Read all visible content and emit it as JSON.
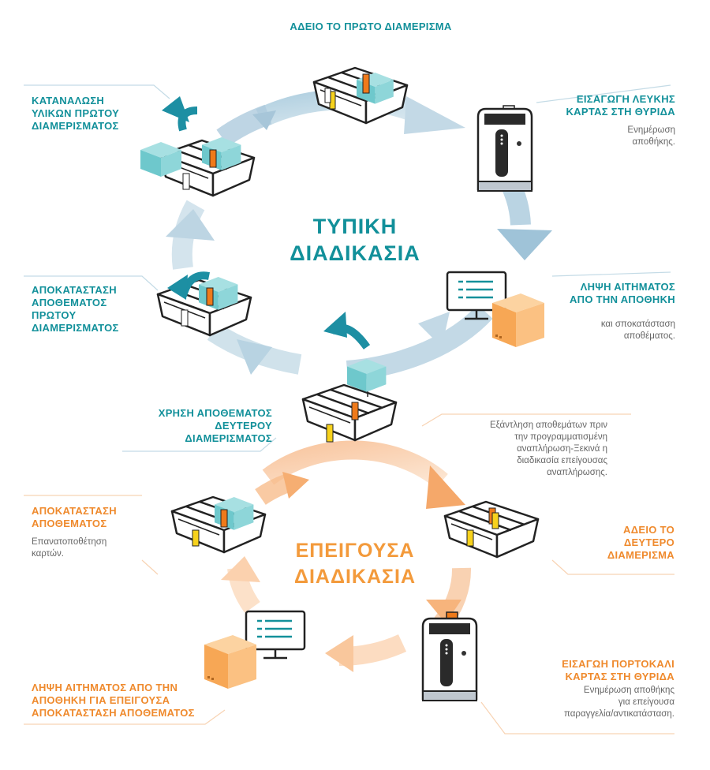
{
  "colors": {
    "teal": "#12909a",
    "orange": "#ef8a2d",
    "gray_text": "#666666",
    "box_teal": "#7fd0d4",
    "card_orange": "#ef7a1a",
    "card_yellow": "#f7d21c"
  },
  "center": {
    "standard_line1": "ΤΥΠΙΚΗ",
    "standard_line2": "ΔΙΑΔΙΚΑΣΙΑ",
    "urgent_line1": "ΕΠΕΙΓΟΥΣΑ",
    "urgent_line2": "ΔΙΑΔΙΚΑΣΙΑ"
  },
  "standard_steps": {
    "empty_first": "ΑΔΕΙΟ ΤΟ ΠΡΩΤΟ ΔΙΑΜΕΡΙΣΜΑ",
    "insert_white_title": "ΕΙΣΑΓΩΓΗ ΛΕΥΚΗΣ\nΚΑΡΤΑΣ ΣΤΗ ΘΥΡΙΔΑ",
    "insert_white_desc": "Ενημέρωση\nαποθήκης.",
    "receive_request_title": "ΛΗΨΗ ΑΙΤΗΜΑΤΟΣ\nΑΠΟ ΤΗΝ ΑΠΟΘΗΚΗ",
    "receive_request_desc": "και σποκατάσταση\nαποθέματος.",
    "use_second_title": "ΧΡΗΣΗ ΑΠΟΘΕΜΑΤΟΣ\nΔΕΥΤΕΡΟΥ\nΔΙΑΜΕΡΙΣΜΑΤΟΣ",
    "restore_first_title": "ΑΠΟΚΑΤΑΣΤΑΣΗ\nΑΠΟΘΕΜΑΤΟΣ\nΠΡΩΤΟΥ\nΔΙΑΜΕΡΙΣΜΑΤΟΣ",
    "consume_first_title": "ΚΑΤΑΝΑΛΩΣΗ\nΥΛΙΚΩΝ ΠΡΩΤΟΥ\nΔΙΑΜΕΡΙΣΜΑΤΟΣ"
  },
  "urgent_steps": {
    "depletion_desc": "Εξάντληση αποθεμάτων πριν\nτην προγραμματισμένη\nαναπλήρωση-Ξεκινά η\nδιαδικασία επείγουσας\nαναπλήρωσης.",
    "empty_second_title": "ΑΔΕΙΟ ΤΟ\nΔΕΥΤΕΡΟ\nΔΙΑΜΕΡΙΣΜΑ",
    "insert_orange_title": "ΕΙΣΑΓΩΗ ΠΟΡΤΟΚΑΛΙ\nΚΑΡΤΑΣ ΣΤΗ ΘΥΡΙΔΑ",
    "insert_orange_desc": "Ενημέρωση αποθήκης\nγια επείγουσα\nπαραγγελία/αντικατάσταση.",
    "urgent_request_title": "ΛΗΨΗ ΑΙΤΗΜΑΤΟΣ ΑΠΟ ΤΗΝ\nΑΠΟΘΗΚΗ ΓΙΑ ΕΠΕΙΓΟΥΣΑ\nΑΠΟΚΑΤΑΣΤΑΣΗ ΑΠΟΘΕΜΑΤΟΣ",
    "restore_title": "ΑΠΟΚΑΤΑΣΤΑΣΗ\nΑΠΟΘΕΜΑΤΟΣ",
    "restore_desc": "Επανατοποθέτηση\nκαρτών."
  }
}
